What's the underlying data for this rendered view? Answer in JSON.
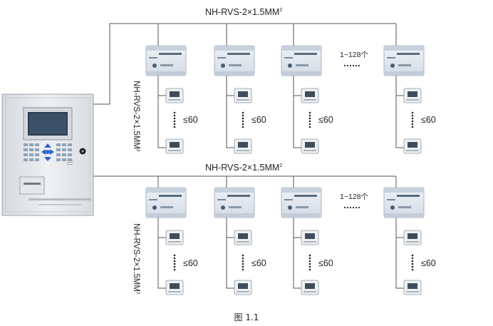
{
  "bus_label": "NH-RVS-2×1.5MM",
  "bus_label_sup": "2",
  "branch_label": "NH-RVS-2×1.5MM",
  "branch_label_sup": "2",
  "module_range_label": "1~128个",
  "terminal_count_label": "≤60",
  "caption": "图 1.1",
  "colors": {
    "wire": "#555555",
    "cabinet": "#e7eaed",
    "module": "#dfe6ef",
    "terminal": "#eef1f3",
    "screen": "#2f3e4f",
    "keypad_blue": "#2f61c9"
  },
  "icons": [
    "controller-cabinet",
    "monitoring-module",
    "detector-terminal",
    "ellipsis-dots"
  ]
}
